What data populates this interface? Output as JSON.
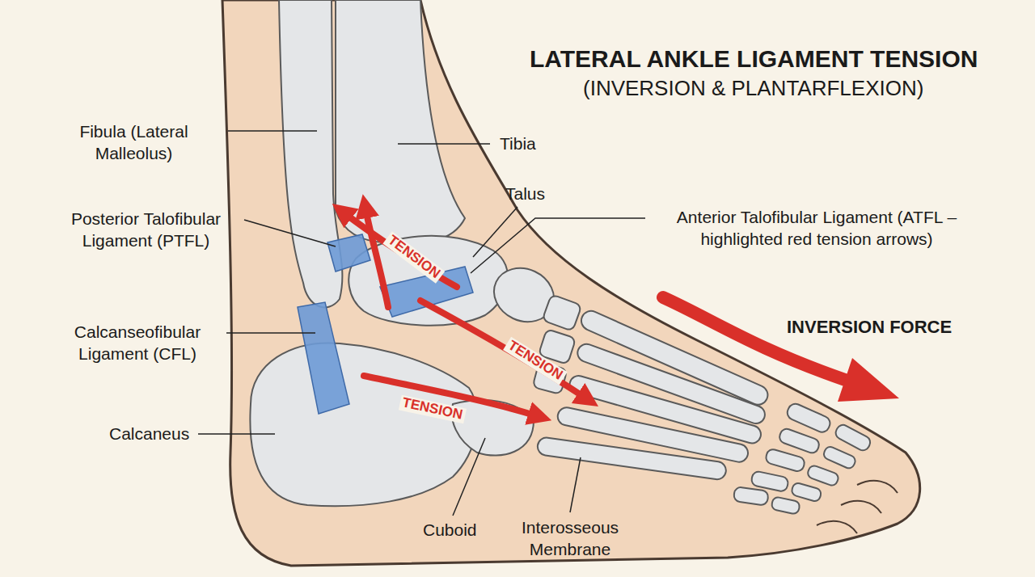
{
  "diagram": {
    "title": "LATERAL ANKLE LIGAMENT TENSION",
    "labels": [
      "(INVERSION & PLANTARFLEXION)",
      "Fibula (Lateral Malleolus)",
      "Tibia",
      "Talus",
      "Posterior Talofibular Ligament (PTFL)",
      "Anterior Talofibular Ligament (ATFL – highlighted red tension arrows)",
      "TENSION",
      "TENSION",
      "Calcanseofibular Ligament (CFL)",
      "TENSION",
      "INVERSION FORCE",
      "Calcaneus",
      "Cuboid",
      "Interosseous Membrane"
    ]
  }
}
